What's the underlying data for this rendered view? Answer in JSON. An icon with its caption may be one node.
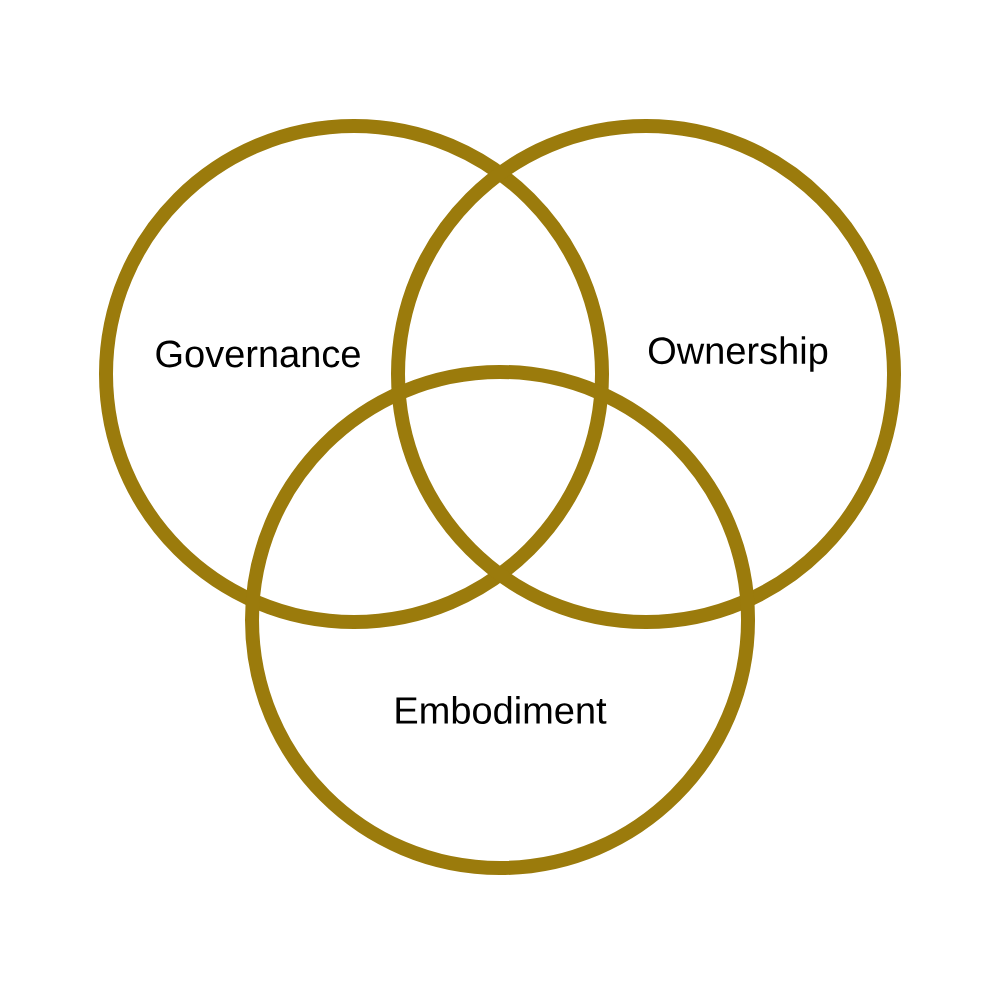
{
  "diagram": {
    "nodes": [
      {
        "text": [
          "Governance"
        ]
      },
      {
        "text": [
          "Ownership"
        ]
      },
      {
        "text": [
          "Embodiment"
        ]
      }
    ]
  }
}
